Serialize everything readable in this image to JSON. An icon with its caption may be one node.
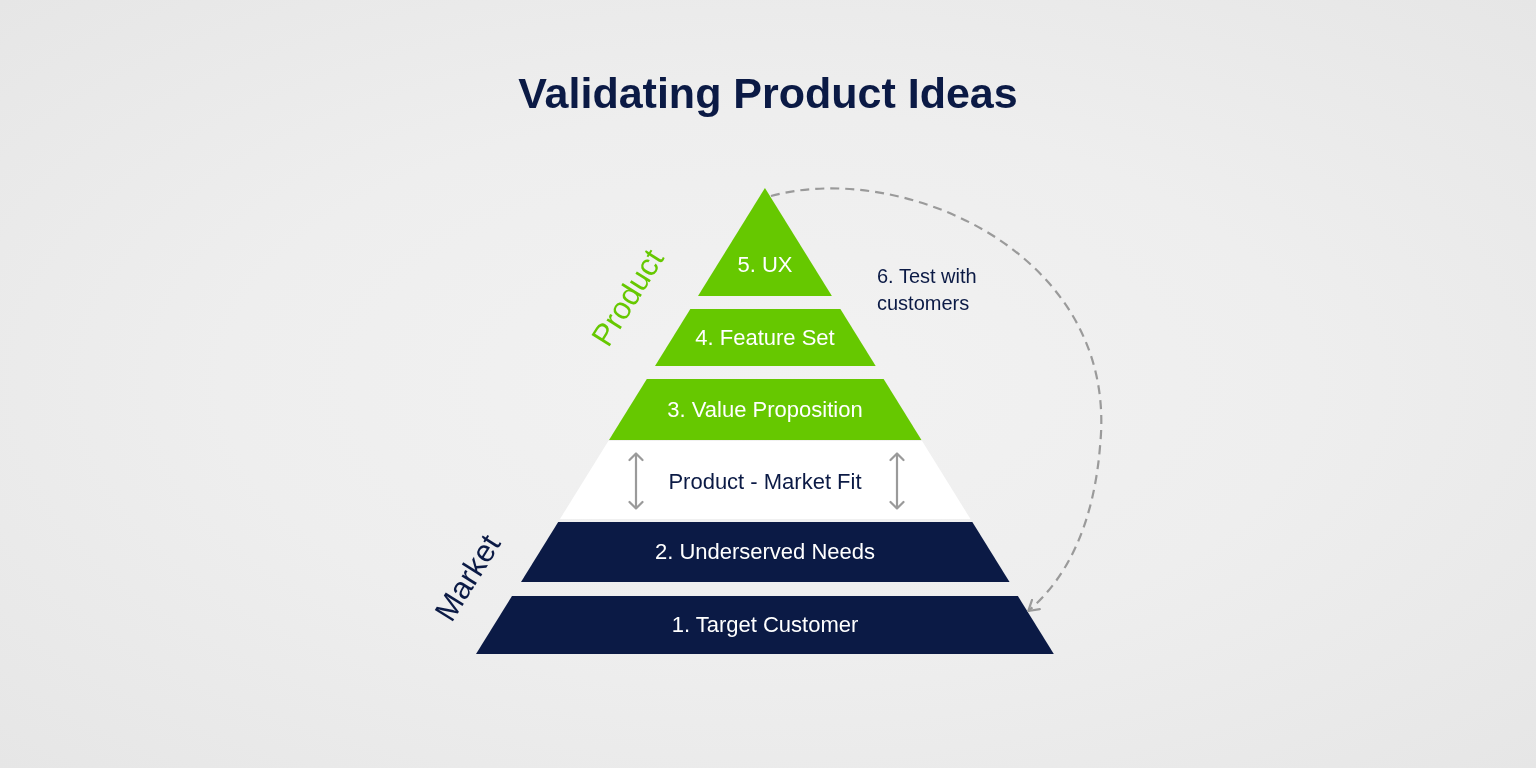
{
  "diagram": {
    "title": "Validating Product Ideas",
    "nodes": [
      {
        "text": [
          "5. UX"
        ]
      },
      {
        "text": [
          "4. Feature Set"
        ]
      },
      {
        "text": [
          "3. Value Proposition"
        ]
      },
      {
        "text": [
          "Product - Market Fit"
        ]
      },
      {
        "text": [
          "2. Underserved Needs"
        ]
      },
      {
        "text": [
          "1. Target Customer"
        ]
      }
    ],
    "edges": [
      {
        "from": 0,
        "to": 5,
        "arrow": "to",
        "style": "dashed",
        "label": "6. Test with customers"
      }
    ],
    "labels": [
      "Product",
      "Market"
    ]
  }
}
